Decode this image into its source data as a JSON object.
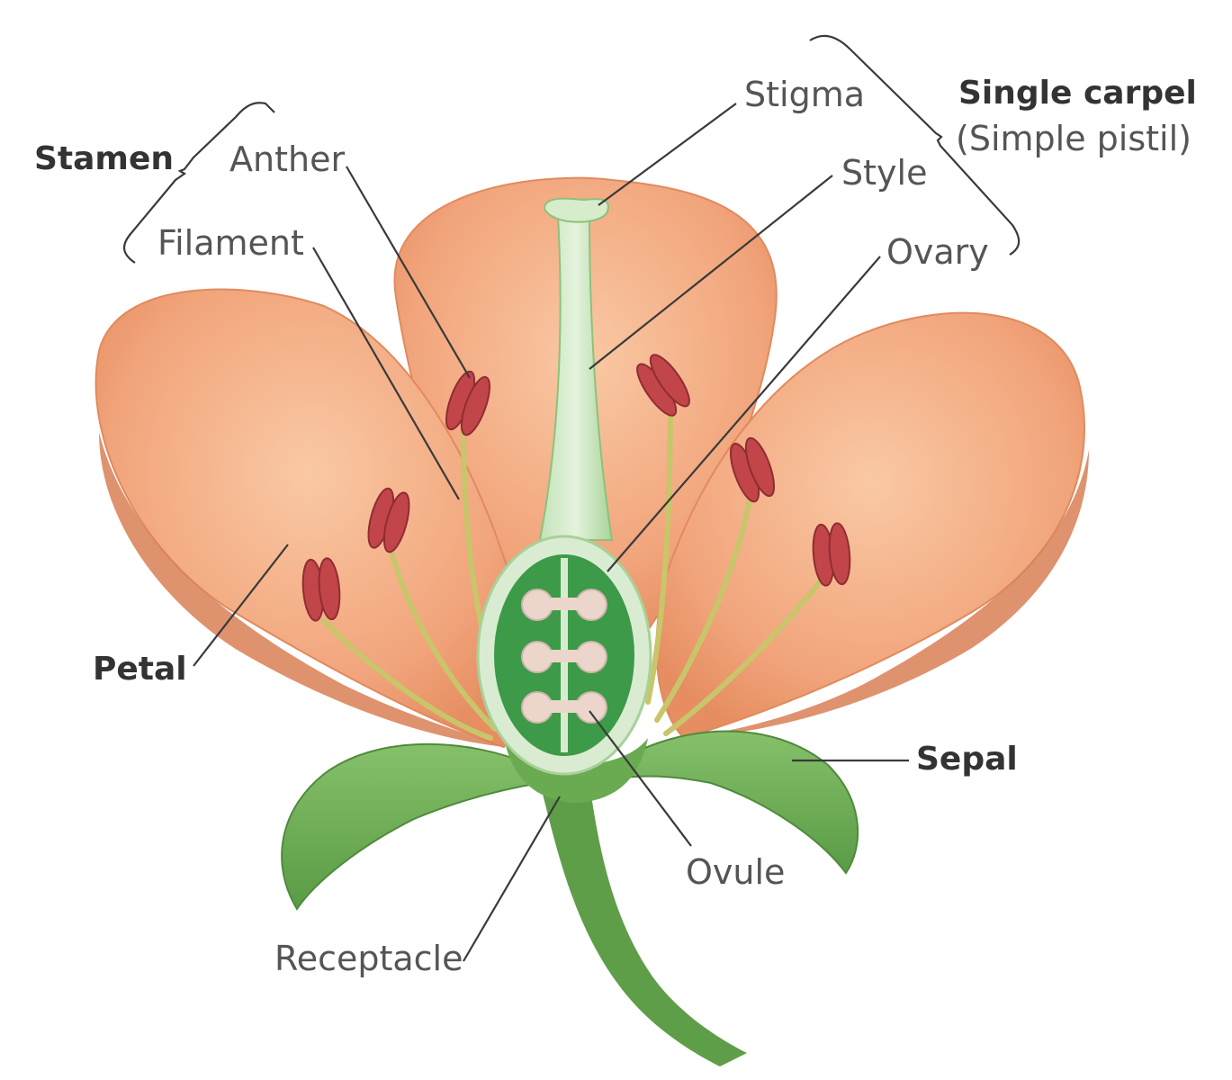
{
  "labels": {
    "stamen": "Stamen",
    "anther": "Anther",
    "filament": "Filament",
    "stigma": "Stigma",
    "style": "Style",
    "ovary": "Ovary",
    "single_carpel": "Single carpel",
    "simple_pistil": "(Simple pistil)",
    "petal": "Petal",
    "sepal": "Sepal",
    "ovule": "Ovule",
    "receptacle": "Receptacle"
  },
  "colors": {
    "petal": "#f2a57c",
    "petal_shadow": "#d97f55",
    "sepal": "#6aab52",
    "ovary_wall": "#d9ecd2",
    "ovary_inner": "#3c9a48",
    "anther": "#c2454a",
    "filament": "#c8c56a",
    "ovule": "#ecd6cc"
  }
}
